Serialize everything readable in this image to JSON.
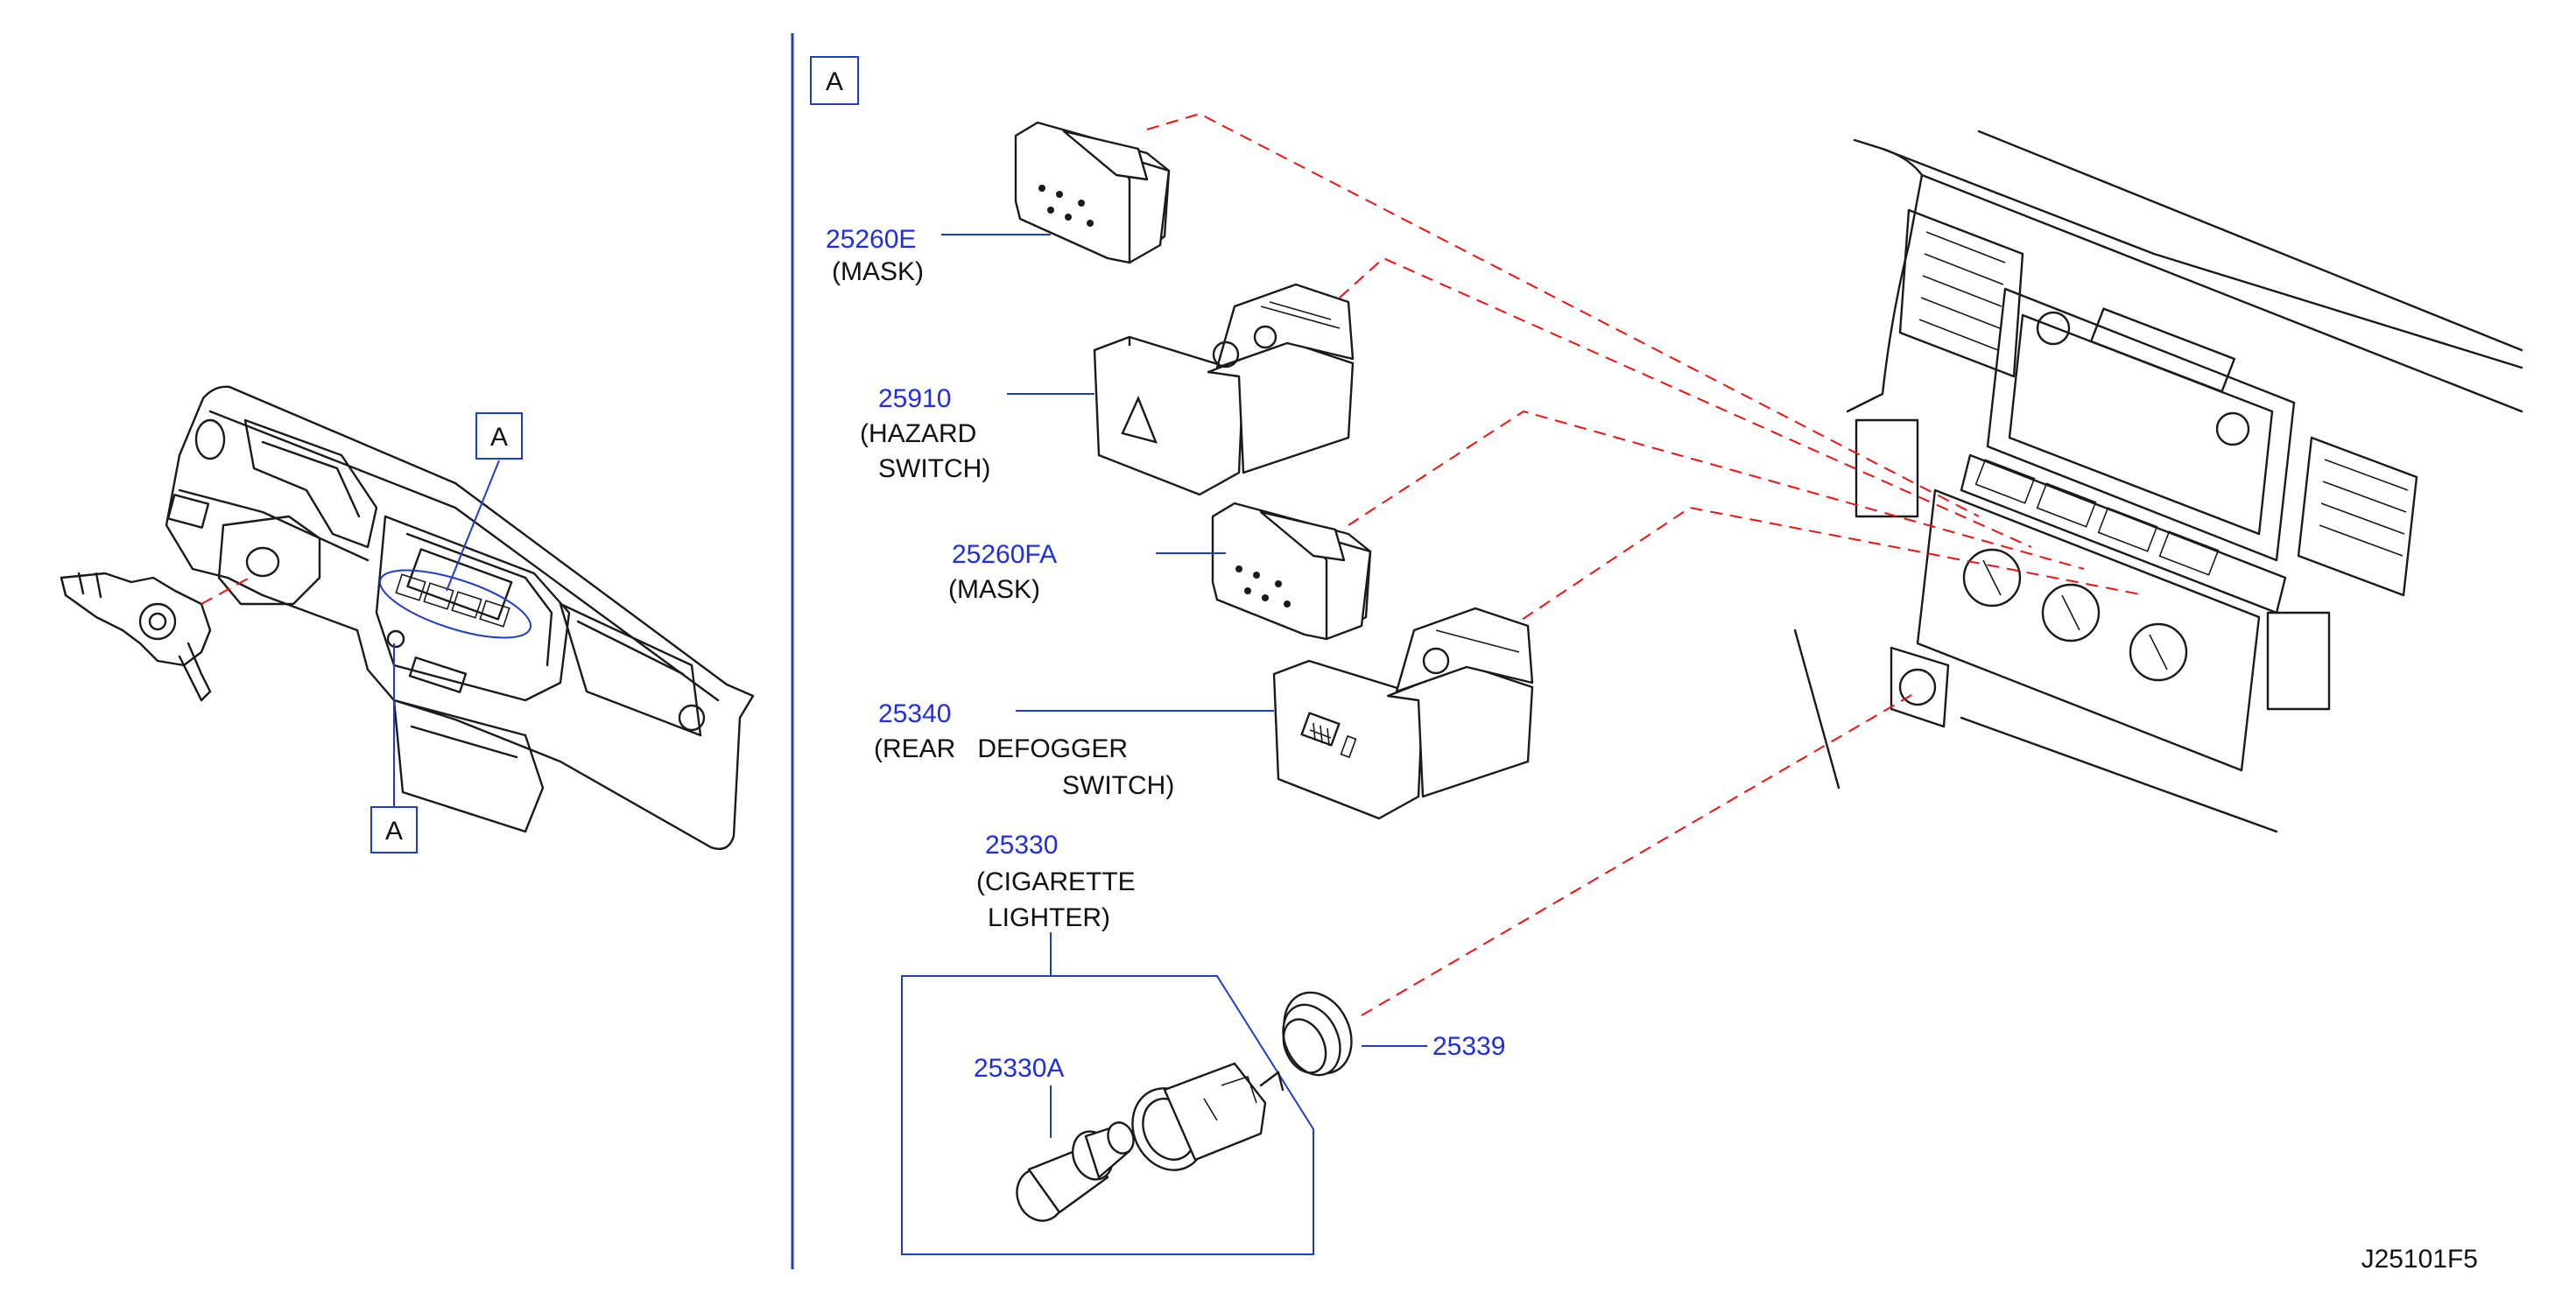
{
  "page": {
    "background": "#ffffff",
    "divider_color": "#1f3fbf",
    "part_number_color": "#1f2fe0",
    "leader_color": "#1f3fbf",
    "dash_color": "#e11111"
  },
  "overview": {
    "view_ref_top": "A",
    "view_ref_bottom": "A"
  },
  "detail": {
    "view_ref": "A",
    "parts": [
      {
        "number": "25260E",
        "desc": [
          "(MASK)"
        ]
      },
      {
        "number": "25910",
        "desc": [
          "(HAZARD",
          "SWITCH)"
        ]
      },
      {
        "number": "25260FA",
        "desc": [
          "(MASK)"
        ]
      },
      {
        "number": "25340",
        "desc": [
          "(REAR   DEFOGGER",
          "SWITCH)"
        ]
      },
      {
        "number": "25330",
        "desc": [
          "(CIGARETTE",
          "LIGHTER)"
        ]
      },
      {
        "number": "25330A",
        "desc": []
      },
      {
        "number": "25339",
        "desc": []
      }
    ]
  },
  "diagram_id": "J25101F5"
}
